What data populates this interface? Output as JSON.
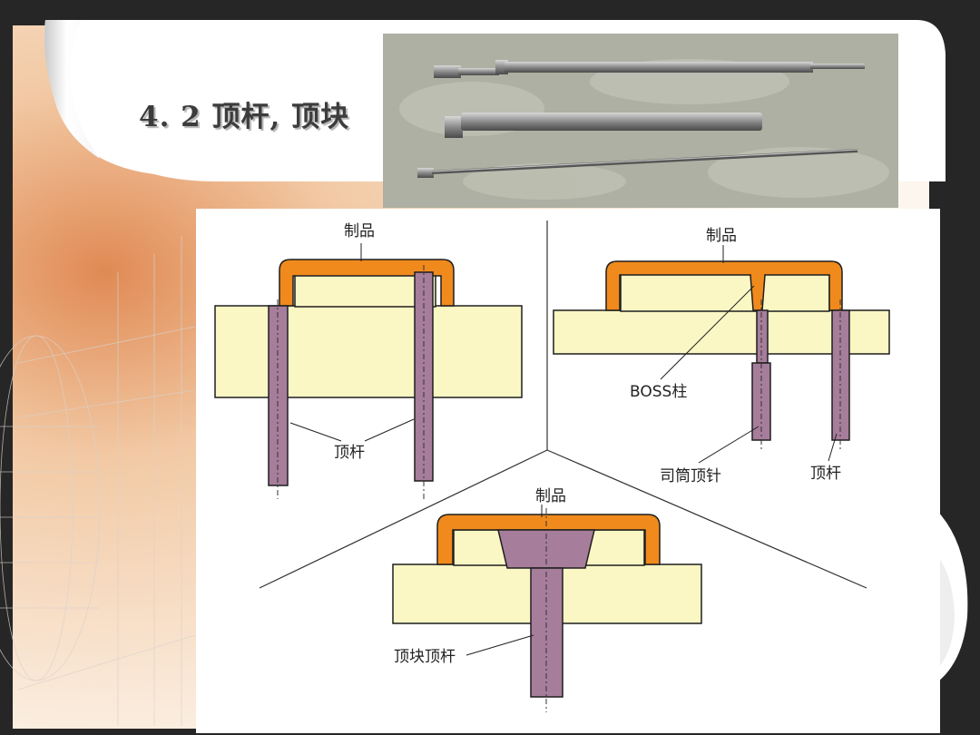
{
  "slide": {
    "title": "4. 2  顶杆, 顶块"
  },
  "photo": {
    "subject": "ejector-pins-photo"
  },
  "diagram": {
    "panel_top_left": {
      "product_label": "制品",
      "pin_label": "顶杆"
    },
    "panel_top_right": {
      "product_label": "制品",
      "boss_label": "BOSS柱",
      "sleeve_label": "司筒顶针",
      "pin_label": "顶杆"
    },
    "panel_bottom": {
      "product_label": "制品",
      "block_label": "顶块顶杆"
    }
  },
  "colors": {
    "product": "#f08a1c",
    "mold": "#fbf7c4",
    "pin": "#a67d9b",
    "frame_dark": "#262626"
  }
}
